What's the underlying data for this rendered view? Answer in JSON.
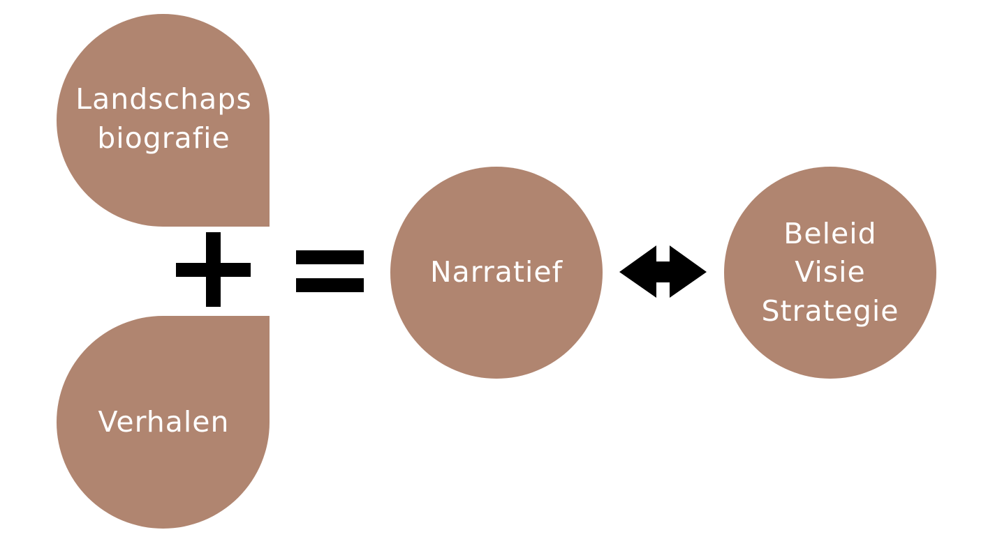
{
  "colors": {
    "shape_fill": "#b08570",
    "shape_text": "#ffffff",
    "symbol": "#000000",
    "background": "#ffffff"
  },
  "nodes": {
    "landschaps_biografie": {
      "line1": "Landschaps",
      "line2": "biografie"
    },
    "verhalen": {
      "label": "Verhalen"
    },
    "narratief": {
      "label": "Narratief"
    },
    "beleid": {
      "line1": "Beleid",
      "line2": "Visie",
      "line3": "Strategie"
    }
  },
  "operators": {
    "plus": "plus-icon",
    "equals": "equals-icon",
    "arrow": "double-arrow-icon"
  }
}
